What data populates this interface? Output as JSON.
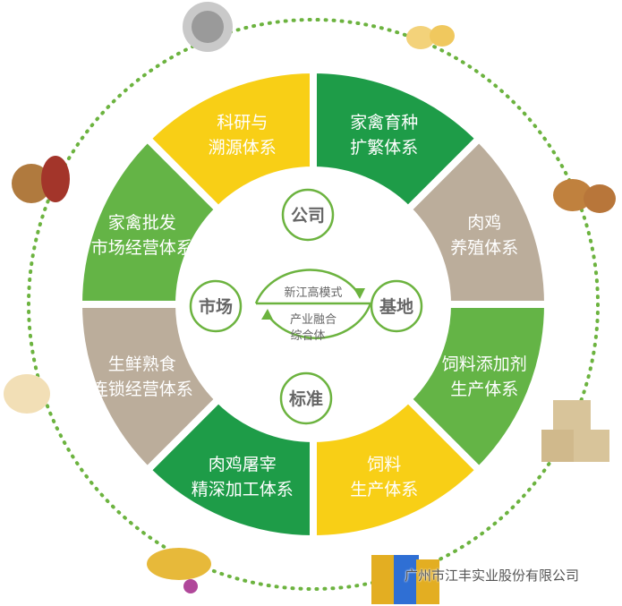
{
  "segments": [
    {
      "lines": [
        "家禽育种",
        "扩繁体系"
      ],
      "color": "#1e9c48"
    },
    {
      "lines": [
        "肉鸡",
        "养殖体系"
      ],
      "color": "#bbad9b"
    },
    {
      "lines": [
        "饲料添加剂",
        "生产体系"
      ],
      "color": "#64b446"
    },
    {
      "lines": [
        "饲料",
        "生产体系"
      ],
      "color": "#f8cf16"
    },
    {
      "lines": [
        "肉鸡屠宰",
        "精深加工体系"
      ],
      "color": "#1e9c48"
    },
    {
      "lines": [
        "生鲜熟食",
        "连锁经营体系"
      ],
      "color": "#bbad9b"
    },
    {
      "lines": [
        "家禽批发",
        "市场经营体系"
      ],
      "color": "#64b446"
    },
    {
      "lines": [
        "科研与",
        "溯源体系"
      ],
      "color": "#f8cf16"
    }
  ],
  "nodes": {
    "top": "公司",
    "right": "基地",
    "bottom": "标准",
    "left": "市场"
  },
  "center": {
    "upper": "新江高模式",
    "lower1": "产业融合",
    "lower2": "综合体"
  },
  "watermark": "广州市江丰实业股份有限公司",
  "colors": {
    "accent": "#6cb33f",
    "text": "#666666"
  }
}
